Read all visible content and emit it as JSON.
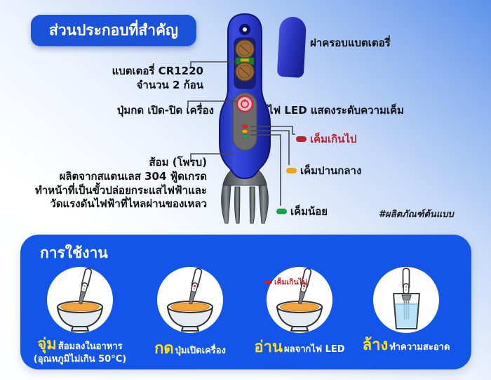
{
  "header": {
    "title": "ส่วนประกอบที่สำคัญ"
  },
  "components": {
    "battery_cap_label": "ฝาครอบแบตเตอรี่",
    "battery_lines": [
      "แบตเตอรี่ CR1220",
      "จำนวน 2 ก้อน"
    ],
    "power_button_label": "ปุ่มกด เปิด-ปิด เครื่อง",
    "led_title": "ไฟ LED แสดงระดับความเค็ม",
    "led_levels": [
      {
        "label": "เค็มเกินไป",
        "color": "#b6232e"
      },
      {
        "label": "เค็มปานกลาง",
        "color": "#f2a60a"
      },
      {
        "label": "เค็มน้อย",
        "color": "#16a24b"
      }
    ],
    "probe_lines": [
      "ส้อม (โพรบ)",
      "ผลิตจากสแตนเลส 304 ฟู้ดเกรด",
      "ทำหน้าที่เป็นขั้วปล่อยกระแสไฟฟ้าและ",
      "วัดแรงดันไฟฟ้าที่ไหลผ่านของเหลว"
    ],
    "prototype_hashtag": "#ผลิตภัณฑ์ต้นแบบ"
  },
  "usage": {
    "title": "การใช้งาน",
    "steps": [
      {
        "action": "จุ่ม",
        "text": "ส้อมลงในอาหาร",
        "note": "(อุณหภูมิไม่เกิน 50°C)",
        "icon": "fork-in-bowl"
      },
      {
        "action": "กด",
        "text": "ปุ่มเปิดเครื่อง",
        "icon": "fork-in-bowl-button-pressed"
      },
      {
        "action": "อ่าน",
        "text": "ผลจากไฟ LED",
        "badge": "เค็มเกินไป",
        "icon": "fork-in-bowl-led-result"
      },
      {
        "action": "ล้าง",
        "text": "ทำความสะอาด",
        "icon": "fork-in-glass"
      }
    ]
  },
  "colors": {
    "accent_blue": "#1355e8",
    "handle_blue": "#2c3cd0",
    "action_yellow": "#ffe215",
    "too_salty_red": "#b6232e",
    "medium_orange": "#f2a60a",
    "low_green": "#16a24b",
    "soup_orange": "#f3a43d",
    "water_blue": "#a5d9f5"
  }
}
